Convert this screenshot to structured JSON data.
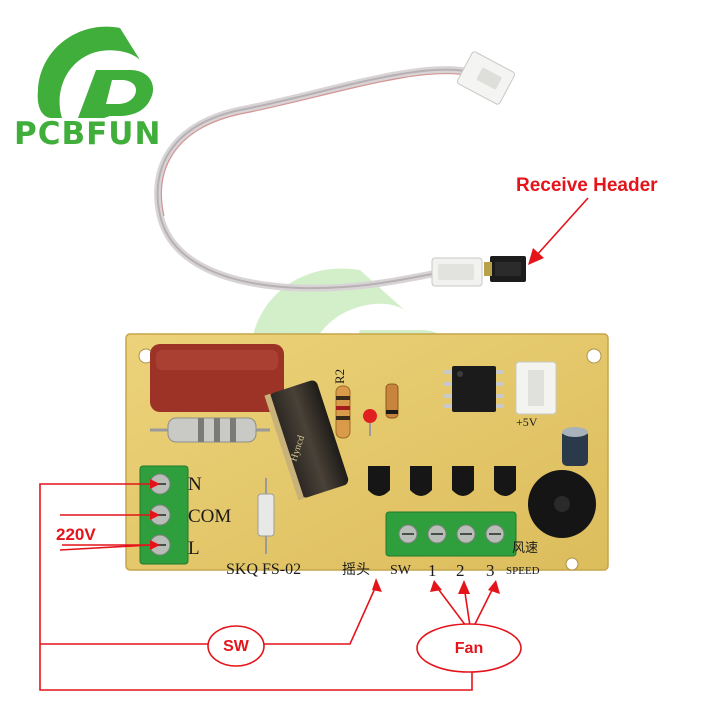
{
  "logo": {
    "brand": "PCBFUN"
  },
  "labels": {
    "receive_header": "Receive Header",
    "voltage": "220V",
    "sw_bubble": "SW",
    "fan_bubble": "Fan"
  },
  "pcb": {
    "terminal_n": "N",
    "terminal_com": "COM",
    "terminal_l": "L",
    "model": "SKQ FS-02",
    "swing": "摇头",
    "sw": "SW",
    "speed_1": "1",
    "speed_2": "2",
    "speed_3": "3",
    "wind_speed": "风速",
    "speed": "SPEED",
    "r2": "R2",
    "plus5v": "+5V",
    "cap_brand": "Hyncd"
  },
  "colors": {
    "brand_green": "#3fae3a",
    "callout_red": "#e4141b",
    "board_yellow": "#e6c96a",
    "terminal_green": "#2f9e3c",
    "capacitor_red": "#9c3326"
  }
}
